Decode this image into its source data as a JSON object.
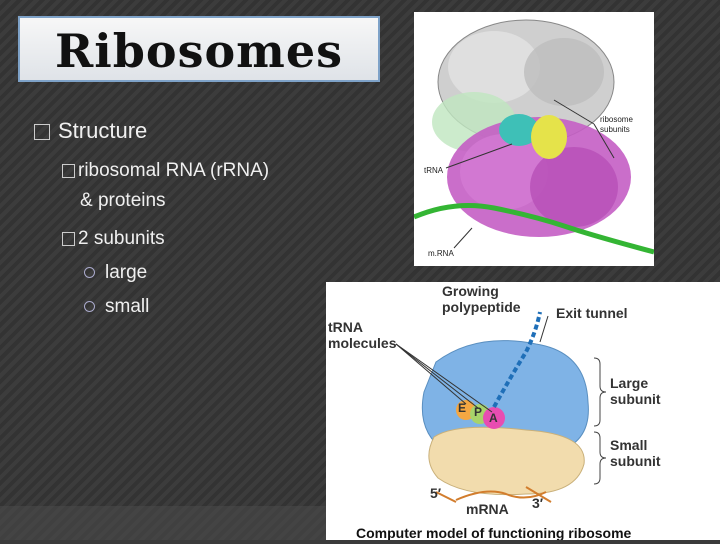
{
  "title": "Ribosomes",
  "bullets": {
    "structure": "Structure",
    "rrna_line1": "ribosomal RNA (rRNA)",
    "rrna_line2": "& proteins",
    "subunits": "2 subunits",
    "large": "large",
    "small": "small"
  },
  "figure1": {
    "label_subunits": "ribosome subunits",
    "label_subunits_1": "ribosome",
    "label_subunits_2": "subunits",
    "label_trna": "tRNA",
    "label_mrna": "m.RNA"
  },
  "figure2": {
    "growing_1": "Growing",
    "growing_2": "polypeptide",
    "exit_tunnel": "Exit tunnel",
    "trna_1": "tRNA",
    "trna_2": "molecules",
    "large_1": "Large",
    "large_2": "subunit",
    "small_1": "Small",
    "small_2": "subunit",
    "e": "E",
    "p": "P",
    "a": "A",
    "five": "5′",
    "three": "3′",
    "mrna": "mRNA",
    "caption": "Computer model of functioning ribosome"
  }
}
